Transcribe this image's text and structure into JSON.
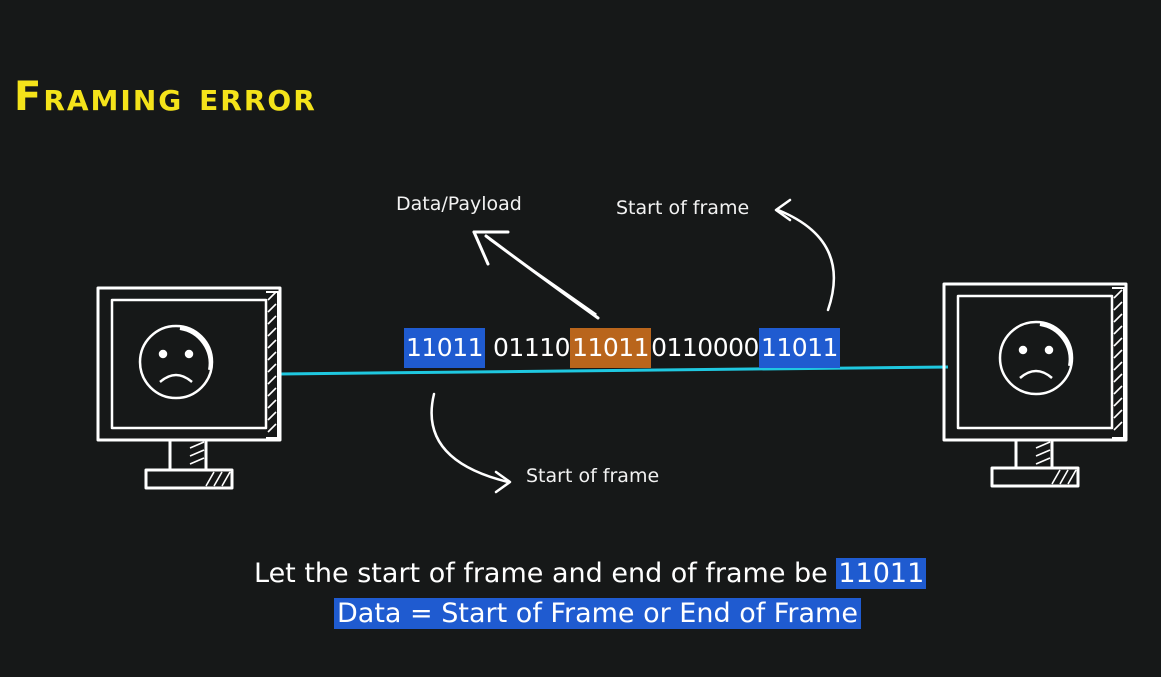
{
  "title": "Framing error",
  "bit_stream": {
    "segments": [
      {
        "text": "11011",
        "highlight": "blue"
      },
      {
        "text": "01110",
        "highlight": "none"
      },
      {
        "text": "11011",
        "highlight": "orange"
      },
      {
        "text": "0110000",
        "highlight": "none"
      },
      {
        "text": "11011",
        "highlight": "blue"
      }
    ]
  },
  "labels": {
    "payload": "Data/Payload",
    "start_top": "Start of frame",
    "start_bottom": "Start of frame"
  },
  "caption": {
    "line1_text": "Let the start of frame and end of frame be ",
    "line1_highlight": "11011",
    "line2": "Data = Start of Frame or End of Frame"
  },
  "faces": {
    "left": "sad",
    "right": "sad"
  },
  "colors": {
    "background": "#161818",
    "title": "#f4e31a",
    "link_line": "#1fc8e0",
    "highlight_blue": "#1f5bd0",
    "highlight_orange": "#b9651c"
  }
}
